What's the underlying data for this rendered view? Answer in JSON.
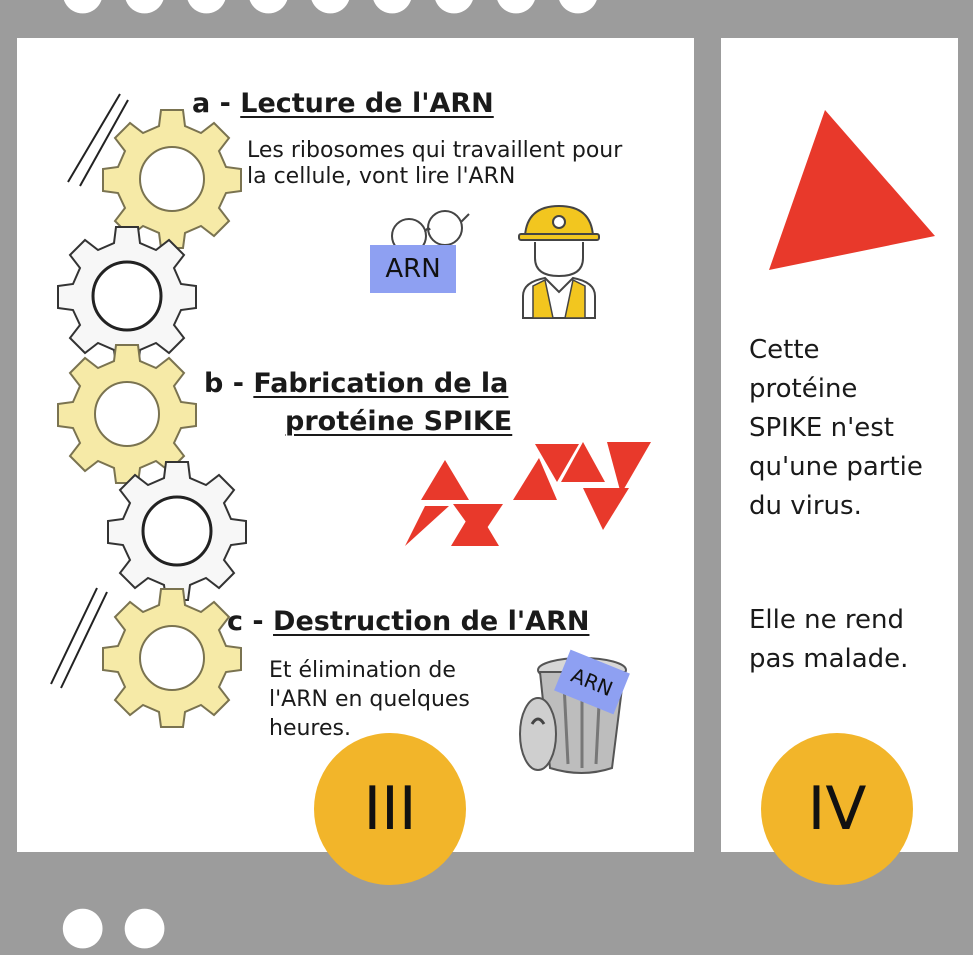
{
  "panel3": {
    "badge": "III",
    "step_a": {
      "letter": "a -",
      "title": "Lecture de l'ARN",
      "text_line1": "Les ribosomes qui travaillent pour",
      "text_line2": "la cellule, vont lire l'ARN",
      "arn_tag": "ARN"
    },
    "step_b": {
      "letter": "b -",
      "title_line1": "Fabrication de la",
      "title_line2": "protéine SPIKE"
    },
    "step_c": {
      "letter": "c -",
      "title": "Destruction de l'ARN",
      "text_line1": "Et élimination de",
      "text_line2": "l'ARN en quelques",
      "text_line3": "heures.",
      "arn_tag": "ARN"
    }
  },
  "panel4": {
    "badge": "IV",
    "text1_lines": [
      "Cette",
      "protéine",
      "SPIKE n'est",
      "qu'une partie",
      "du virus."
    ],
    "text2_lines": [
      "Elle ne rend",
      "pas malade."
    ]
  },
  "colors": {
    "background": "#9c9c9c",
    "badge": "#f2b52a",
    "triangle": "#e8392b",
    "gear_yellow": "#f6eaa7",
    "arn_tag": "#8ea0f2"
  }
}
